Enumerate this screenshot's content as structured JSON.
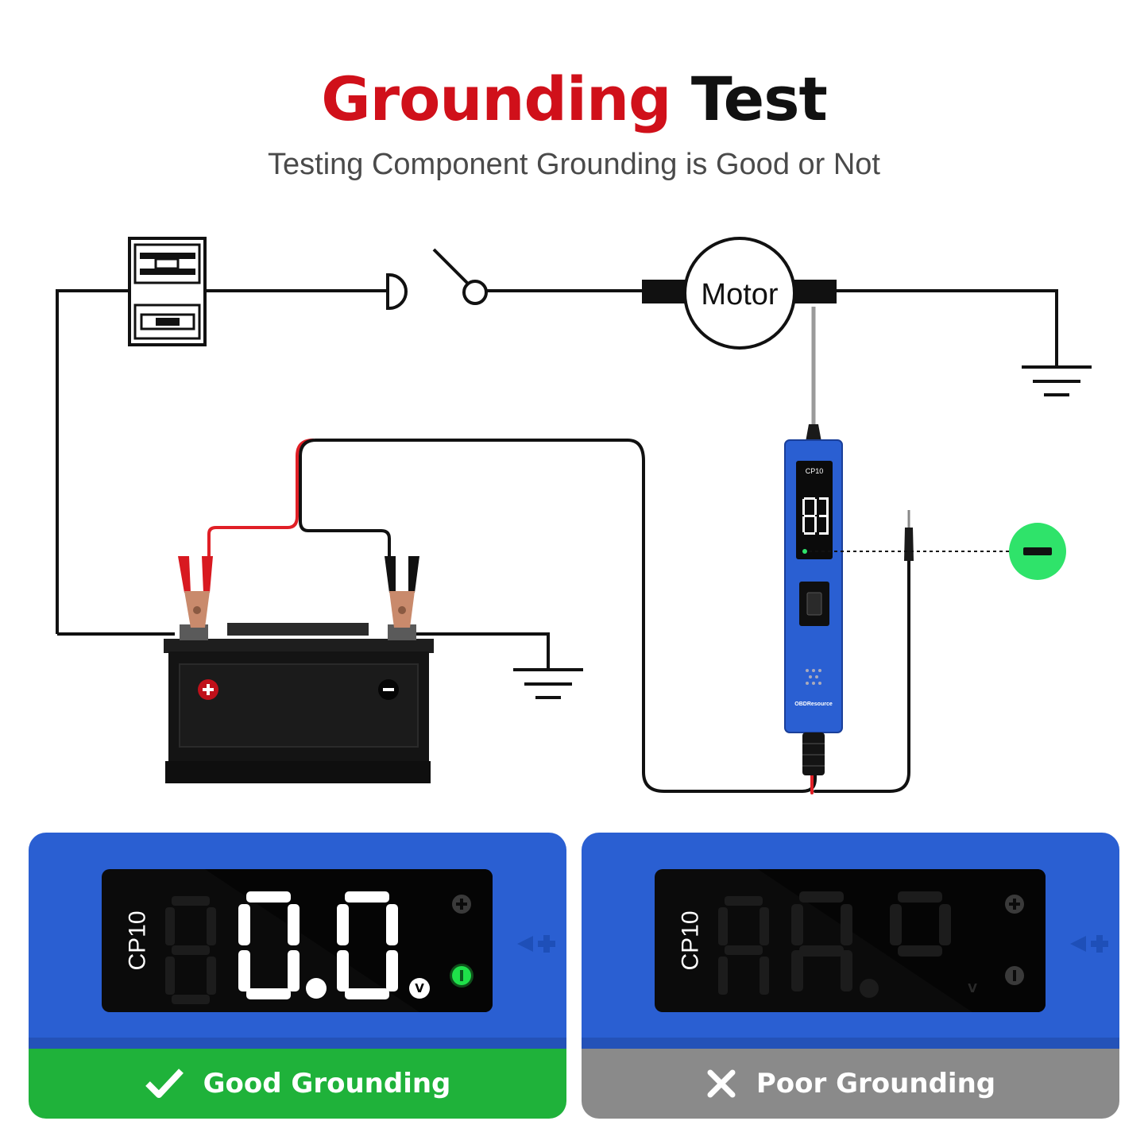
{
  "header": {
    "title_accent": "Grounding",
    "title_rest": "Test",
    "subtitle": "Testing Component Grounding is Good or Not"
  },
  "diagram": {
    "motor_label": "Motor",
    "tester_model": "CP10",
    "tester_brand": "OBDResource",
    "probe_icon": "minus-icon",
    "battery_icons": [
      "plus-icon",
      "minus-icon"
    ]
  },
  "panels": [
    {
      "model": "CP10",
      "reading": "0.0",
      "unit": "V",
      "status": "Good Grounding",
      "status_icon": "check-icon",
      "status_color": "#1fb23a",
      "indicator": "green-led-on"
    },
    {
      "model": "CP10",
      "reading": "",
      "unit": "V",
      "status": "Poor Grounding",
      "status_icon": "x-icon",
      "status_color": "#8a8a8a",
      "indicator": "off"
    }
  ],
  "colors": {
    "accent_red": "#d0101a",
    "tester_blue": "#2a5fd2",
    "good_green": "#1fb23a",
    "poor_gray": "#8a8a8a",
    "ground_probe_green": "#2fe36a"
  }
}
